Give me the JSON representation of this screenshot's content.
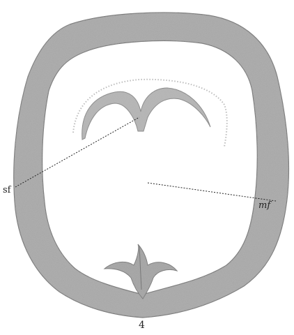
{
  "figure": {
    "labels": {
      "sf": "sf",
      "mf": "mf",
      "number": "4"
    }
  },
  "colors": {
    "wall": "#a8a8a8",
    "wall_edge": "#777777",
    "inner_fold": "#b4b4b4",
    "ink": "#222222",
    "background": "#ffffff"
  }
}
